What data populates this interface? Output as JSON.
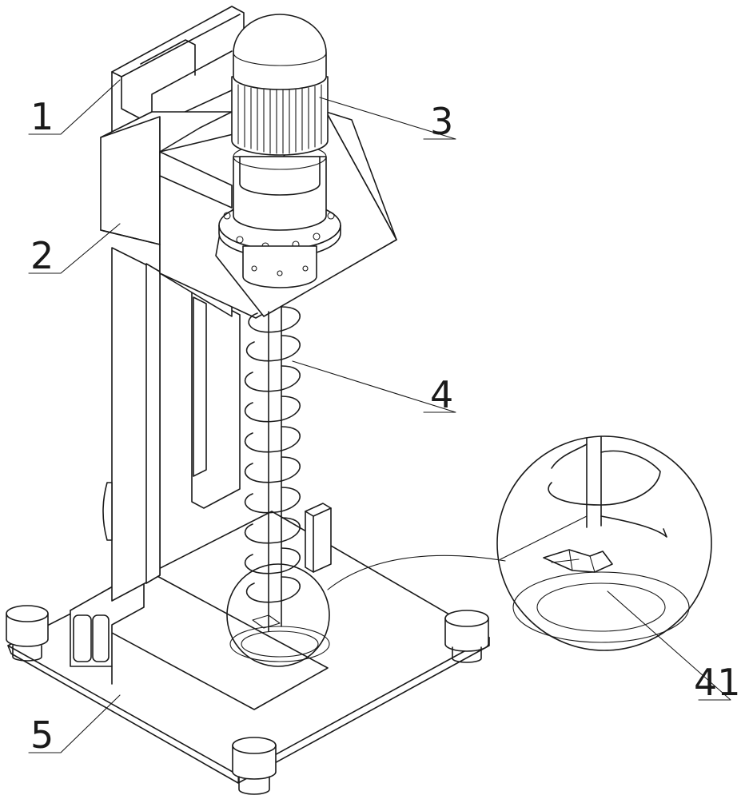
{
  "figure": {
    "labels": [
      {
        "id": "part-label-1",
        "text": "1"
      },
      {
        "id": "part-label-2",
        "text": "2"
      },
      {
        "id": "part-label-3",
        "text": "3"
      },
      {
        "id": "part-label-4",
        "text": "4"
      },
      {
        "id": "part-label-41",
        "text": "41"
      },
      {
        "id": "part-label-5",
        "text": "5"
      }
    ]
  }
}
